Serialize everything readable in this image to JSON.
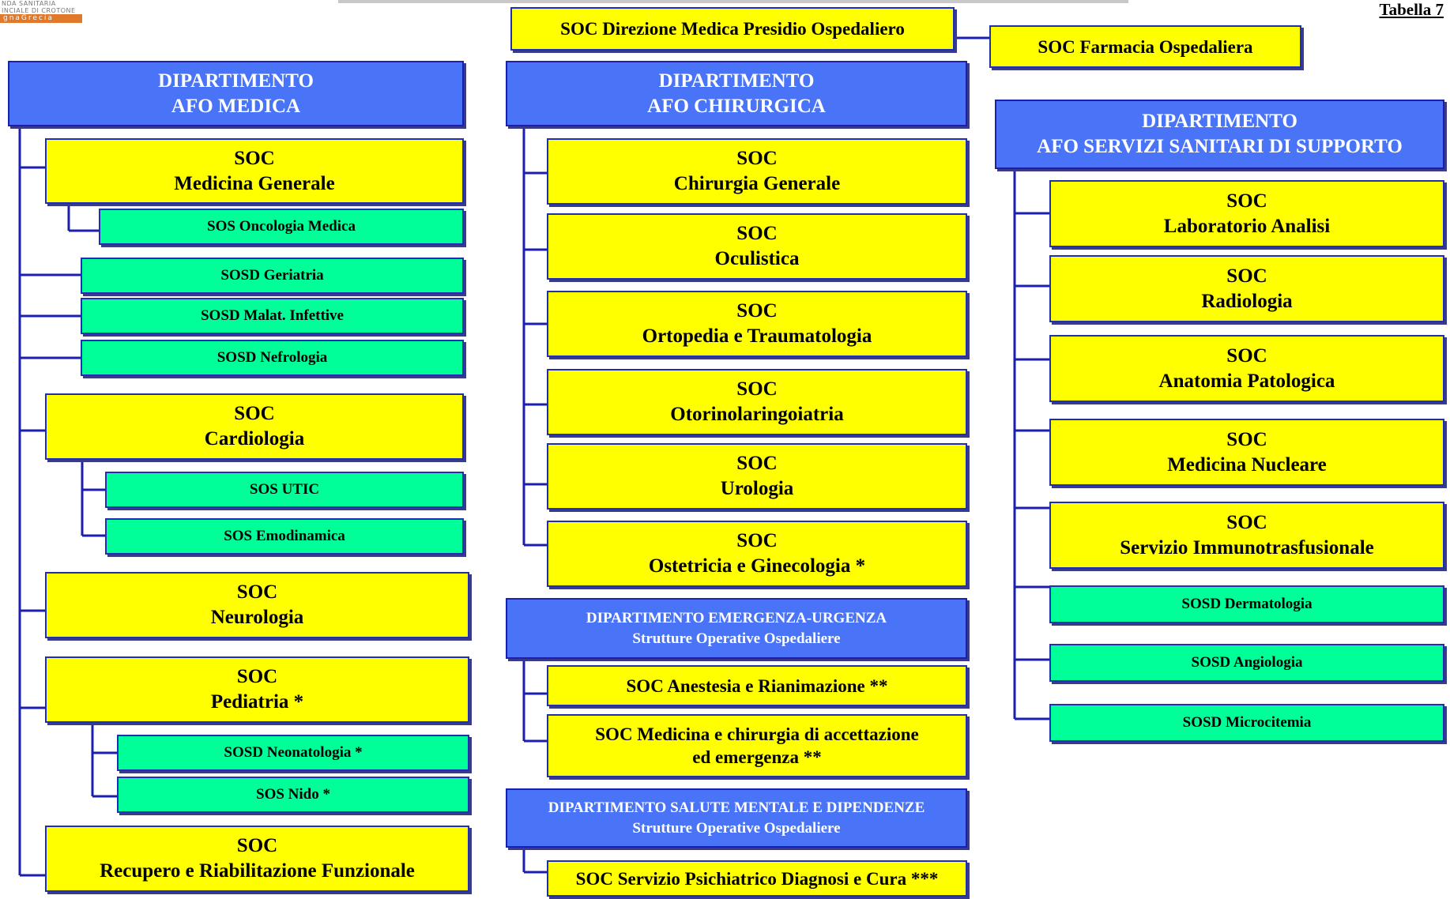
{
  "header": {
    "logo_line1": "NDA SANITARIA",
    "logo_line2": "INCIALE DI CROTONE",
    "logo_line3": "gnaGrecia",
    "table_label": "Tabella 7"
  },
  "top": {
    "direzione": "SOC Direzione Medica Presidio Ospedaliero",
    "farmacia": "SOC Farmacia Ospedaliera"
  },
  "dept_medica": {
    "title1": "DIPARTIMENTO",
    "title2": "AFO MEDICA",
    "medicina_generale": [
      "SOC",
      "Medicina Generale"
    ],
    "oncologia": "SOS Oncologia Medica",
    "geriatria": "SOSD Geriatria",
    "malat_infettive": "SOSD Malat. Infettive",
    "nefrologia": "SOSD Nefrologia",
    "cardiologia": [
      "SOC",
      "Cardiologia"
    ],
    "utic": "SOS UTIC",
    "emodinamica": "SOS Emodinamica",
    "neurologia": [
      "SOC",
      "Neurologia"
    ],
    "pediatria": [
      "SOC",
      "Pediatria *"
    ],
    "neonatologia": "SOSD  Neonatologia *",
    "nido": "SOS  Nido *",
    "recupero": [
      "SOC",
      "Recupero e Riabilitazione Funzionale"
    ]
  },
  "dept_chirurgica": {
    "title1": "DIPARTIMENTO",
    "title2": "AFO CHIRURGICA",
    "chirurgia_generale": [
      "SOC",
      "Chirurgia Generale"
    ],
    "oculistica": [
      "SOC",
      "Oculistica"
    ],
    "ortopedia": [
      "SOC",
      "Ortopedia e Traumatologia"
    ],
    "otorino": [
      "SOC",
      "Otorinolaringoiatria"
    ],
    "urologia": [
      "SOC",
      "Urologia"
    ],
    "ostetricia": [
      "SOC",
      "Ostetricia e Ginecologia *"
    ]
  },
  "dept_emergenza": {
    "title1": "DIPARTIMENTO EMERGENZA-URGENZA",
    "title2": "Strutture Operative Ospedaliere",
    "anestesia": "SOC Anestesia e Rianimazione **",
    "medicina_accettazione": [
      "SOC Medicina e chirurgia di accettazione",
      "ed  emergenza **"
    ]
  },
  "dept_mentale": {
    "title1": "DIPARTIMENTO SALUTE MENTALE E DIPENDENZE",
    "title2": "Strutture Operative Ospedaliere",
    "psichiatrico": "SOC Servizio Psichiatrico Diagnosi e Cura ***"
  },
  "dept_servizi": {
    "title1": "DIPARTIMENTO",
    "title2": "AFO SERVIZI  SANITARI  DI  SUPPORTO",
    "laboratorio": [
      "SOC",
      "Laboratorio Analisi"
    ],
    "radiologia": [
      "SOC",
      "Radiologia"
    ],
    "anatomia": [
      "SOC",
      "Anatomia Patologica"
    ],
    "nucleare": [
      "SOC",
      "Medicina Nucleare"
    ],
    "immuno": [
      "SOC",
      "Servizio Immunotrasfusionale"
    ],
    "dermatologia": "SOSD Dermatologia",
    "angiologia": "SOSD Angiologia",
    "microcitemia": "SOSD Microcitemia"
  },
  "colors": {
    "department": "#4a74f7",
    "soc": "#ffff00",
    "sos": "#00ff99",
    "border": "#1f2fb0"
  }
}
